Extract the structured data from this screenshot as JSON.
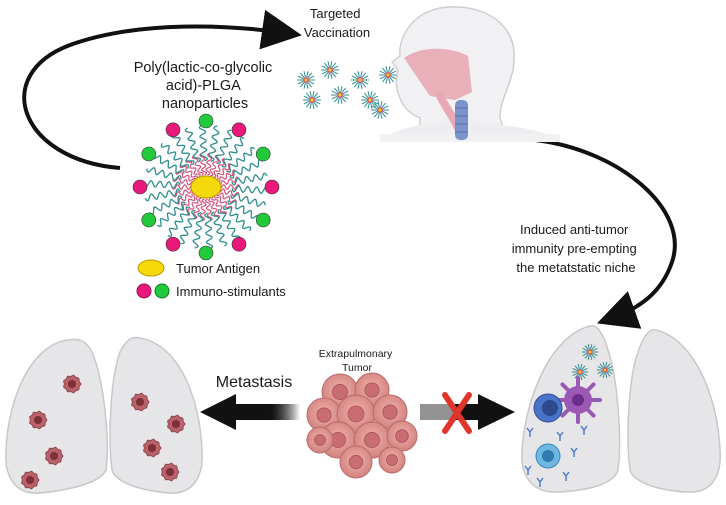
{
  "nanoparticle": {
    "title_lines": [
      "Poly(lactic-co-glycolic",
      "acid)-PLGA",
      "nanoparticles"
    ]
  },
  "vaccination": {
    "label_lines": [
      "Targeted",
      "Vaccination"
    ]
  },
  "legend": {
    "tumor_antigen": "Tumor Antigen",
    "immuno_stimulants": "Immuno-stimulants"
  },
  "immunity": {
    "label_lines": [
      "Induced anti-tumor",
      "immunity pre-empting",
      "the metatstatic niche"
    ]
  },
  "tumor": {
    "label_lines": [
      "Extrapulmonary",
      "Tumor"
    ]
  },
  "metastasis": {
    "label": "Metastasis"
  },
  "colors": {
    "antigen_yellow": "#f5d90a",
    "stimulant_magenta": "#e8197a",
    "stimulant_green": "#22c93a",
    "polymer_teal": "#2f8f8f",
    "polymer_pink": "#d94f7a",
    "lung_gray": "#e6e6e8",
    "tumor_pink": "#d98888",
    "block_red": "#e0352b"
  }
}
